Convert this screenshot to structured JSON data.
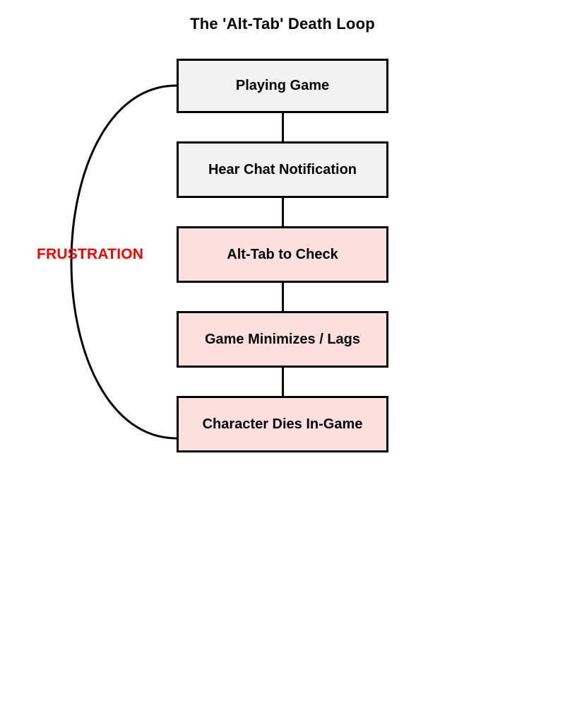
{
  "diagram": {
    "type": "flowchart",
    "title": "The 'Alt-Tab' Death Loop",
    "orientation": "vertical",
    "colors": {
      "node_fill_neutral": "#f2f2f2",
      "node_fill_highlight": "#fce0dd",
      "node_border": "#000000",
      "text": "#000000",
      "loop_label": "#ff0000",
      "background": "#ffffff"
    },
    "nodes": [
      {
        "id": "playing-game",
        "label": "Playing Game",
        "fill": "neutral"
      },
      {
        "id": "hear-chat",
        "label": "Hear Chat Notification",
        "fill": "neutral"
      },
      {
        "id": "alt-tab-check",
        "label": "Alt-Tab to Check",
        "fill": "highlight"
      },
      {
        "id": "game-minimizes-lags",
        "label": "Game Minimizes / Lags",
        "fill": "highlight"
      },
      {
        "id": "character-dies",
        "label": "Character Dies In-Game",
        "fill": "highlight"
      }
    ],
    "edges": [
      {
        "from": "playing-game",
        "to": "hear-chat",
        "label": ""
      },
      {
        "from": "hear-chat",
        "to": "alt-tab-check",
        "label": ""
      },
      {
        "from": "alt-tab-check",
        "to": "game-minimizes-lags",
        "label": ""
      },
      {
        "from": "game-minimizes-lags",
        "to": "character-dies",
        "label": ""
      }
    ],
    "feedback_loop": {
      "from": "character-dies",
      "to": "playing-game",
      "label": "FRUSTRATION",
      "style": "curved"
    }
  }
}
